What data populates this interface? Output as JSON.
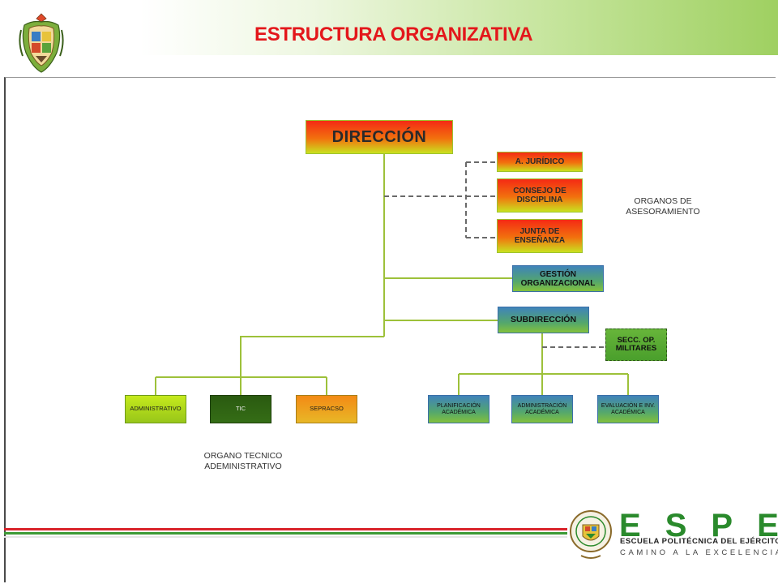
{
  "slide": {
    "title": "ESTRUCTURA ORGANIZATIVA",
    "colors": {
      "title": "#e3171b",
      "topbar_green": "#9fd061",
      "connector": "#9dc13a"
    }
  },
  "org_chart": {
    "top": {
      "label": "DIRECCIÓN"
    },
    "asesoramiento": {
      "group_label": "ORGANOS DE\nASESORAMIENTO",
      "units": [
        {
          "label": "A. JURÍDICO"
        },
        {
          "label": "CONSEJO DE\nDISCIPLINA"
        },
        {
          "label": "JUNTA DE\nENSEÑANZA"
        }
      ]
    },
    "gestion": {
      "label": "GESTIÓN\nORGANIZACIONAL"
    },
    "subdireccion": {
      "label": "SUBDIRECCIÓN"
    },
    "secc_op": {
      "label": "SECC. OP.\nMILITARES"
    },
    "tecnico_admin": {
      "group_label": "ORGANO TECNICO\nADEMINISTRATIVO",
      "units": [
        {
          "label": "ADMINISTRATIVO"
        },
        {
          "label": "TIC"
        },
        {
          "label": "SEPRACSO"
        }
      ]
    },
    "academic": {
      "units": [
        {
          "label": "PLANIFICACIÓN\nACADÉMICA"
        },
        {
          "label": "ADMINISTRACIÓN\nACADÉMICA"
        },
        {
          "label": "EVALUACIÓN E INV.\nACADÉMICA"
        }
      ]
    }
  },
  "footer": {
    "brand_letters": [
      "E",
      "S",
      "P",
      "E"
    ],
    "line1": "ESCUELA POLITÉCNICA DEL EJÉRCITO",
    "line2": "CAMINO A LA EXCELENCIA",
    "colors": {
      "brand": "#2a8a2c",
      "stripe_red": "#d9242b",
      "stripe_green": "#3c9a35"
    }
  }
}
